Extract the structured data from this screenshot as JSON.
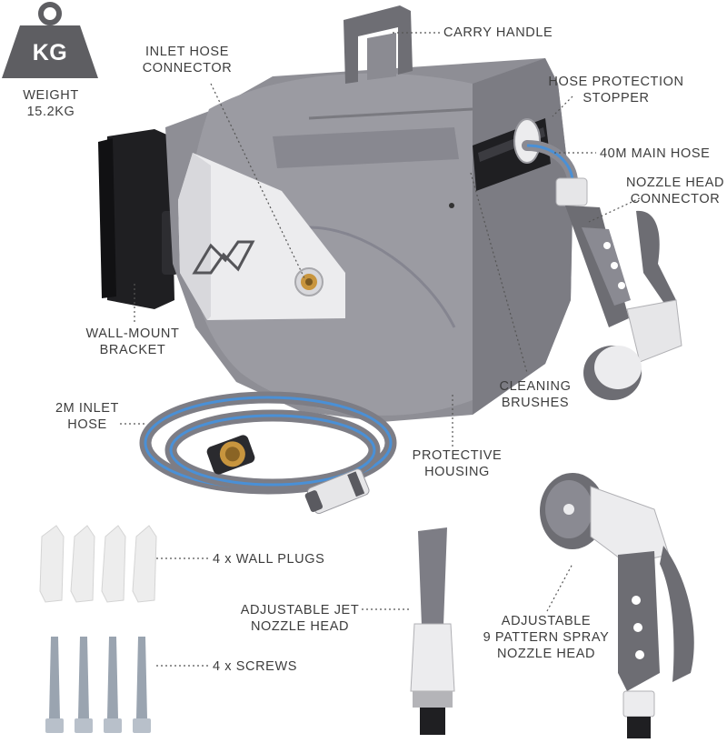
{
  "weight": {
    "badge": "KG",
    "label": "WEIGHT\n15.2KG"
  },
  "labels": {
    "carry_handle": "CARRY HANDLE",
    "inlet_hose_connector": "INLET HOSE\nCONNECTOR",
    "hose_protection_stopper": "HOSE PROTECTION\nSTOPPER",
    "main_hose": "40M MAIN HOSE",
    "nozzle_head_connector": "NOZZLE HEAD\nCONNECTOR",
    "wall_mount_bracket": "WALL-MOUNT\nBRACKET",
    "cleaning_brushes": "CLEANING\nBRUSHES",
    "inlet_hose": "2M INLET\nHOSE",
    "protective_housing": "PROTECTIVE\nHOUSING",
    "wall_plugs": "4 x WALL PLUGS",
    "screws": "4 x SCREWS",
    "jet_nozzle": "ADJUSTABLE JET\nNOZZLE HEAD",
    "spray_nozzle": "ADJUSTABLE\n9 PATTERN SPRAY\nNOZZLE HEAD"
  },
  "colors": {
    "housing": "#8e8e95",
    "housing_dark": "#6d6d73",
    "accent_blue": "#4a90d6",
    "brass": "#c8953e",
    "label": "#3d3d3d"
  }
}
